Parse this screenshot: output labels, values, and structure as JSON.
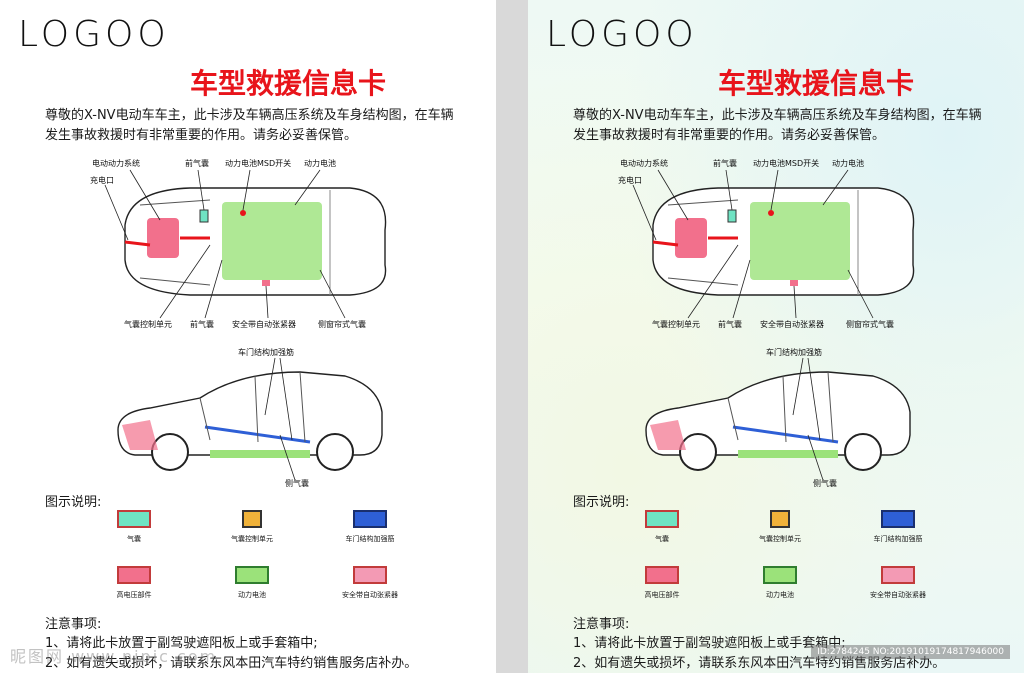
{
  "logo": "LOGOO",
  "title": "车型救援信息卡",
  "intro": "尊敬的X-NV电动车车主，此卡涉及车辆高压系统及车身结构图，在车辆发生事故救援时有非常重要的作用。请务必妥善保管。",
  "top_labels": {
    "power_system": "电动动力系统",
    "front_airbag_top": "前气囊",
    "msd_switch": "动力电池MSD开关",
    "battery": "动力电池",
    "charge_port": "充电口",
    "airbag_ecu": "气囊控制单元",
    "front_airbag_bottom": "前气囊",
    "belt_tensioner": "安全带自动张紧器",
    "curtain_airbag": "侧窗帘式气囊"
  },
  "side_labels": {
    "door_reinforce": "车门结构加强筋",
    "side_airbag": "侧气囊"
  },
  "legend_heading": "图示说明:",
  "legend": [
    {
      "label": "气囊",
      "color": "#6fe3c3"
    },
    {
      "label": "气囊控制单元",
      "color": "#f0b23a"
    },
    {
      "label": "车门结构加强筋",
      "color": "#2e5fd6"
    },
    {
      "label": "高电压部件",
      "color": "#f2708c"
    },
    {
      "label": "动力电池",
      "color": "#9be27a"
    },
    {
      "label": "安全带自动张紧器",
      "color": "#f39ab4"
    }
  ],
  "notes_heading": "注意事项:",
  "notes": [
    "1、请将此卡放置于副驾驶遮阳板上或手套箱中;",
    "2、如有遗失或损坏，请联系东风本田汽车特约销售服务店补办。"
  ],
  "watermark": "昵图网 www.nipic.com",
  "image_id": "ID:2784245 NO:20191019174817946000"
}
